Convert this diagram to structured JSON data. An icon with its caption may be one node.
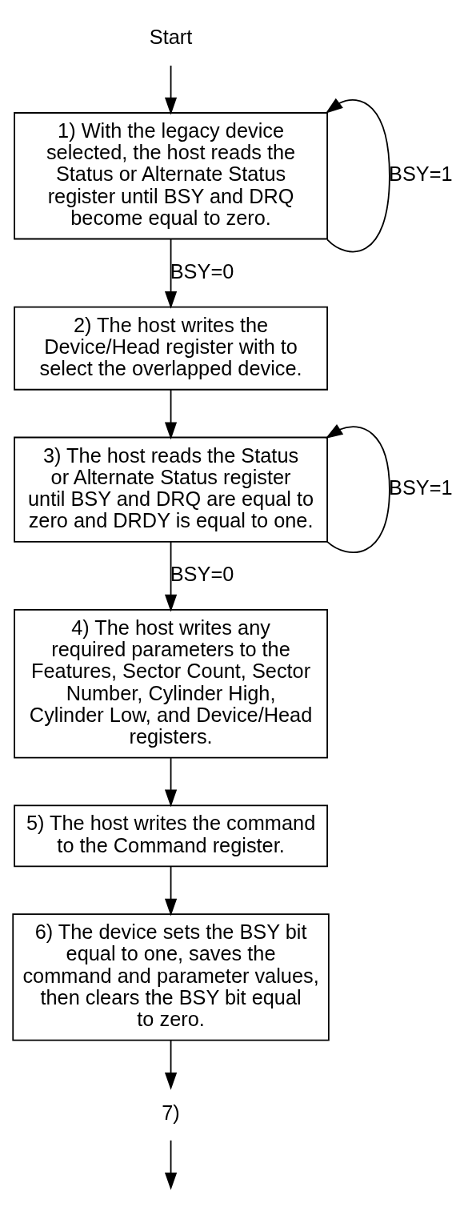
{
  "diagram": {
    "nodes": [
      {
        "text": [
          "Start"
        ]
      },
      {
        "text": [
          "1) With the legacy device selected, the host reads the Status or Alternate Status register until BSY and DRQ become equal to zero."
        ]
      },
      {
        "text": [
          "2) The host writes the Device/Head register with to select the overlapped device."
        ]
      },
      {
        "text": [
          "3) The host reads the Status or Alternate Status register until BSY and DRQ are equal to zero and DRDY is equal to one."
        ]
      },
      {
        "text": [
          "4) The host writes any required parameters to the Features, Sector Count, Sector Number, Cylinder High, Cylinder Low, and Device/Head registers."
        ]
      },
      {
        "text": [
          "5) The host writes the command to the Command register."
        ]
      },
      {
        "text": [
          "6) The device sets the BSY bit equal to one, saves the command and parameter values, then clears the BSY bit equal to zero."
        ]
      },
      {
        "text": [
          "7)"
        ]
      }
    ],
    "edges": [
      {
        "from": 0,
        "to": 1,
        "arrow": "to"
      },
      {
        "from": 1,
        "to": 1,
        "arrow": "to",
        "label": "BSY=1"
      },
      {
        "from": 1,
        "to": 2,
        "arrow": "to",
        "label": "BSY=0"
      },
      {
        "from": 2,
        "to": 3,
        "arrow": "to"
      },
      {
        "from": 3,
        "to": 3,
        "arrow": "to",
        "label": "BSY=1"
      },
      {
        "from": 3,
        "to": 4,
        "arrow": "to",
        "label": "BSY=0"
      },
      {
        "from": 4,
        "to": 5,
        "arrow": "to"
      },
      {
        "from": 5,
        "to": 6,
        "arrow": "to"
      },
      {
        "from": 6,
        "to": 7,
        "arrow": "to"
      },
      {
        "from": 7,
        "to": null,
        "arrow": "to"
      }
    ]
  }
}
